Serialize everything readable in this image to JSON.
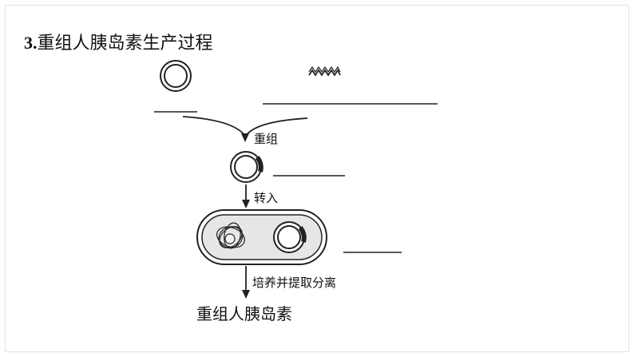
{
  "title": {
    "number": "3",
    "text": "重组人胰岛素生产过程"
  },
  "steps": {
    "recombine": "重组",
    "transfer": "转入",
    "culture": "培养并提取分离"
  },
  "product": "重组人胰岛素",
  "blanks": [
    "",
    "",
    "",
    ""
  ]
}
